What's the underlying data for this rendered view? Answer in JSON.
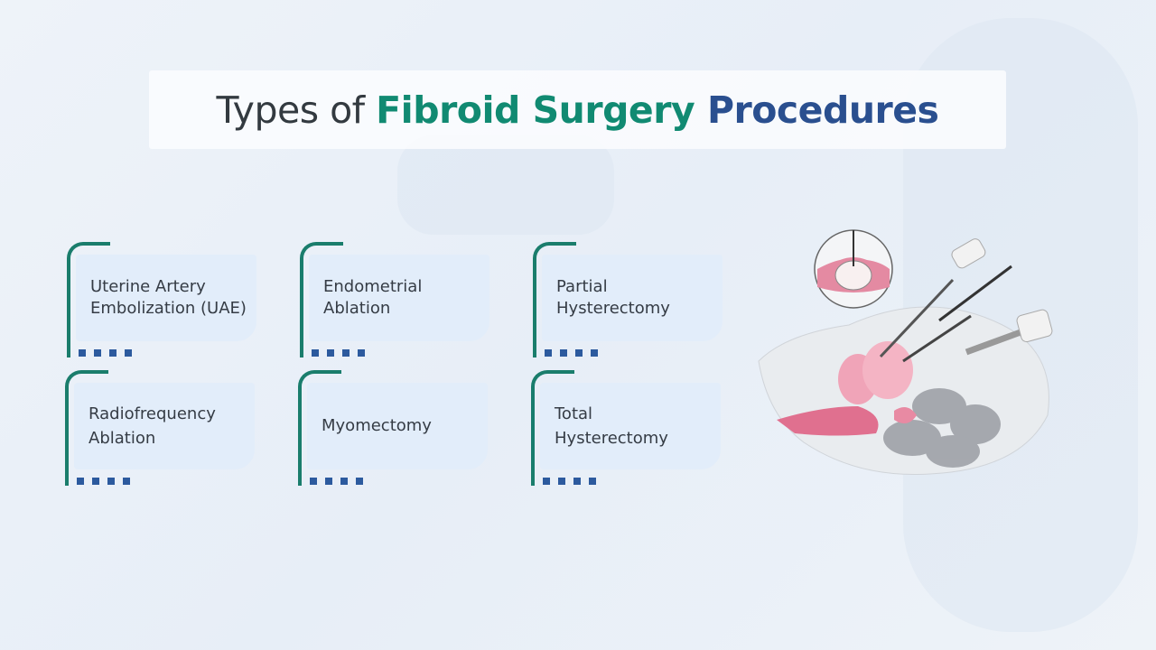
{
  "title": {
    "part1": "Types of ",
    "part2": "Fibroid Surgery",
    "part3": " Procedures",
    "colors": {
      "dark": "#333a40",
      "teal": "#118a72",
      "blue": "#2a4f8f"
    }
  },
  "procedures": [
    {
      "label": "Uterine Artery Embolization (UAE)"
    },
    {
      "label": "Endometrial Ablation"
    },
    {
      "label": "Partial Hysterectomy"
    },
    {
      "label": "Radiofrequency Ablation"
    },
    {
      "label": "Myomectomy"
    },
    {
      "label": "Total Hysterectomy"
    }
  ]
}
